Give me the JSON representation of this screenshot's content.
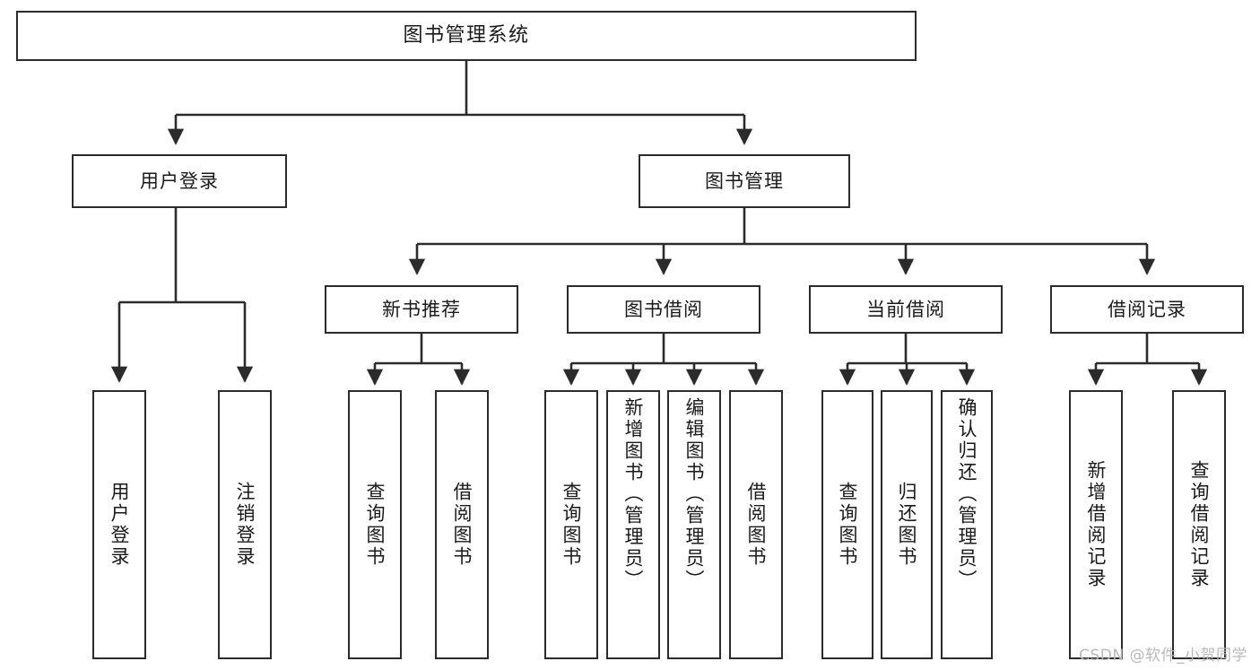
{
  "diagram": {
    "title": "图书管理系统",
    "type": "tree-hierarchy",
    "watermark": "CSDN @软件_小贺同学",
    "colors": {
      "background": "#ffffff",
      "border": "#2b2b2b",
      "text": "#1a1a1a",
      "edge": "#2b2b2b",
      "watermark": "#b9b9b9"
    }
  },
  "nodes": {
    "root": {
      "label": "图书管理系统"
    },
    "level1": [
      {
        "id": "user-login",
        "label": "用户登录"
      },
      {
        "id": "book-manage",
        "label": "图书管理"
      }
    ],
    "level2": [
      {
        "id": "new-book-recommend",
        "label": "新书推荐"
      },
      {
        "id": "book-borrow",
        "label": "图书借阅"
      },
      {
        "id": "current-borrow",
        "label": "当前借阅"
      },
      {
        "id": "borrow-record",
        "label": "借阅记录"
      }
    ],
    "leaves": {
      "user_login": [
        {
          "id": "leaf-user-login",
          "label": "用户登录"
        },
        {
          "id": "leaf-logout-login",
          "label": "注销登录"
        }
      ],
      "new_book_recommend": [
        {
          "id": "leaf-query-book-1",
          "label": "查询图书"
        },
        {
          "id": "leaf-borrow-book-1",
          "label": "借阅图书"
        }
      ],
      "book_borrow": [
        {
          "id": "leaf-query-book-2",
          "label": "查询图书"
        },
        {
          "id": "leaf-add-book",
          "label": "新增图书（管理员）"
        },
        {
          "id": "leaf-edit-book",
          "label": "编辑图书（管理员）"
        },
        {
          "id": "leaf-borrow-book-2",
          "label": "借阅图书"
        }
      ],
      "current_borrow": [
        {
          "id": "leaf-query-book-3",
          "label": "查询图书"
        },
        {
          "id": "leaf-return-book",
          "label": "归还图书"
        },
        {
          "id": "leaf-confirm-return",
          "label": "确认归还（管理员）"
        }
      ],
      "borrow_record": [
        {
          "id": "leaf-add-record",
          "label": "新增借阅记录"
        },
        {
          "id": "leaf-query-record",
          "label": "查询借阅记录"
        }
      ]
    }
  }
}
